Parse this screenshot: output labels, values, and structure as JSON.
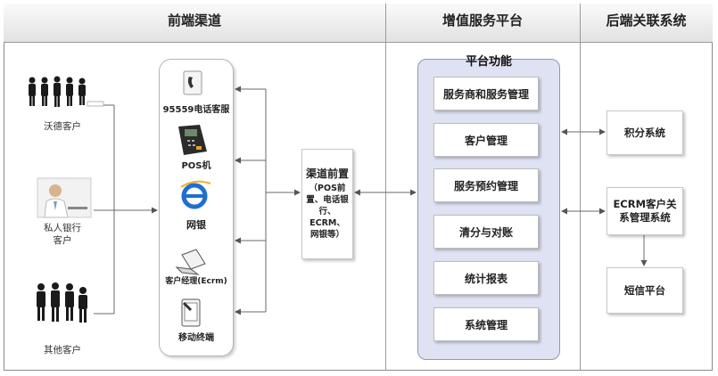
{
  "columns": {
    "front_channels": "前端渠道",
    "value_platform": "增值服务平台",
    "backend_systems": "后端关联系统"
  },
  "customers": [
    {
      "label": "沃德客户",
      "icon": "group-people-icon"
    },
    {
      "label": "私人银行\n客户",
      "icon": "businessman-photo-icon"
    },
    {
      "label": "其他客户",
      "icon": "group-people-icon"
    }
  ],
  "channels": [
    {
      "label": "95559电话客服",
      "icon": "phone-icon"
    },
    {
      "label": "POS机",
      "icon": "pos-terminal-icon"
    },
    {
      "label": "网银",
      "icon": "internet-explorer-icon"
    },
    {
      "label": "客户经理(Ecrm)",
      "icon": "laptop-icon"
    },
    {
      "label": "移动终端",
      "icon": "mobile-device-icon"
    }
  ],
  "front_end": {
    "title": "渠道前置",
    "detail": "（POS前置、电话银行、ECRM、网银等）"
  },
  "platform": {
    "title": "平台功能",
    "functions": [
      "服务商和服务管理",
      "客户管理",
      "服务预约管理",
      "清分与对账",
      "统计报表",
      "系统管理"
    ]
  },
  "backend": [
    "积分系统",
    "ECRM客户关系管理系统",
    "短信平台"
  ],
  "colors": {
    "platform_fill": "#dfe2f2",
    "platform_border": "#8f96b8",
    "header_fill": "#e6e6e6"
  }
}
